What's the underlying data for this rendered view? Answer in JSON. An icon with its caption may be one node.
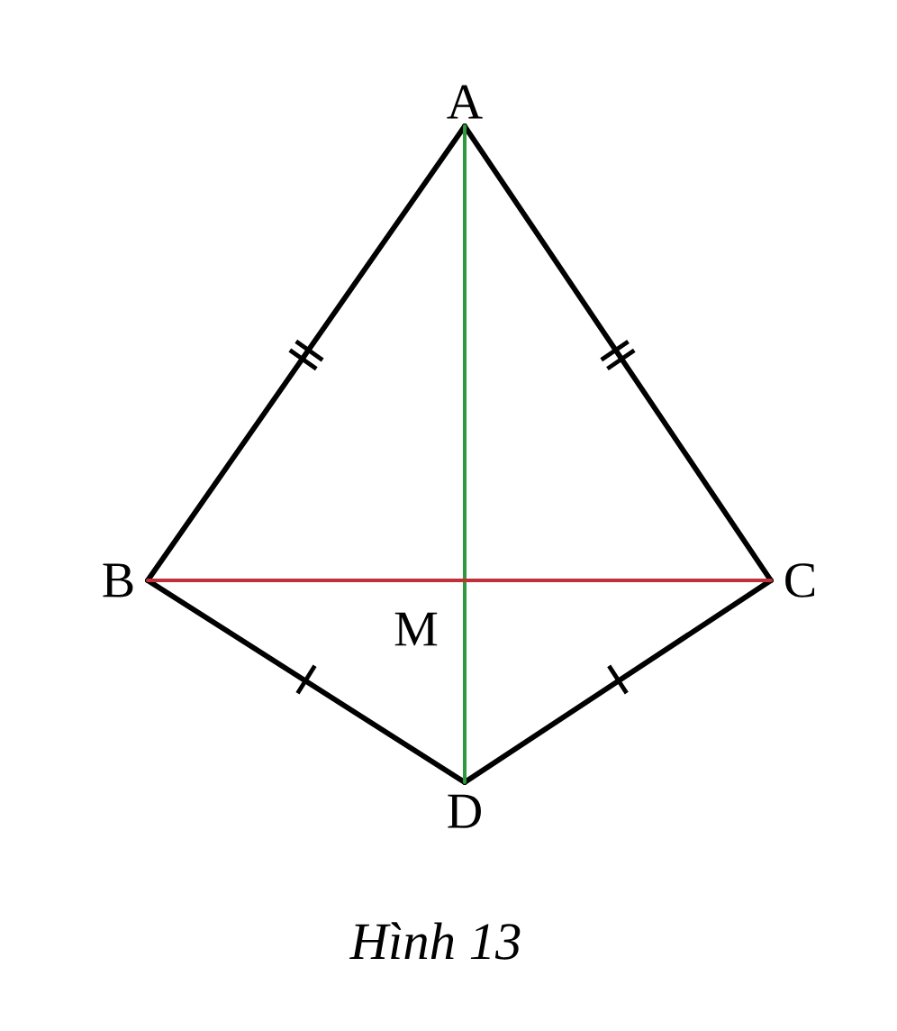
{
  "diagram": {
    "caption": "*Hình 13*",
    "nodes": [
      {
        "text": [
          "A"
        ]
      },
      {
        "text": [
          "B"
        ]
      },
      {
        "text": [
          "C"
        ]
      },
      {
        "text": [
          "D"
        ]
      }
    ],
    "edges": [
      {
        "from": 0,
        "to": 1,
        "arrow": "none"
      },
      {
        "from": 0,
        "to": 2,
        "arrow": "none"
      },
      {
        "from": 1,
        "to": 3,
        "arrow": "none"
      },
      {
        "from": 2,
        "to": 3,
        "arrow": "none"
      },
      {
        "from": 0,
        "to": 3,
        "arrow": "none",
        "color": "#2e9a3a"
      },
      {
        "from": 1,
        "to": 2,
        "arrow": "none",
        "color": "#c0303a"
      }
    ],
    "labels": [
      "M"
    ]
  }
}
